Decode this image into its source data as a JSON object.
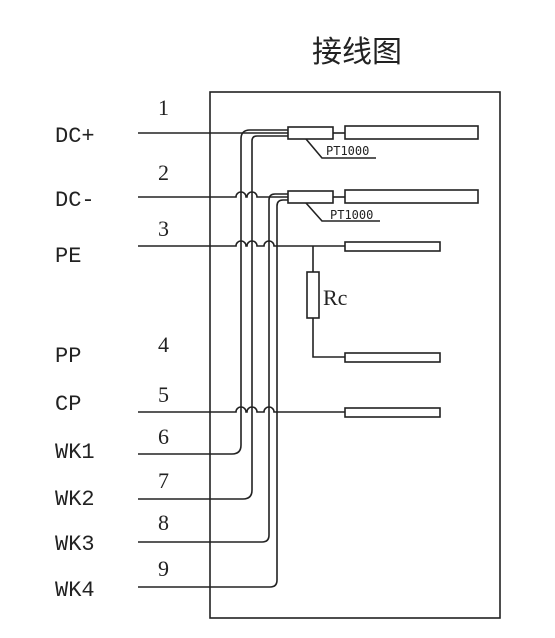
{
  "title": "接线图",
  "pins": [
    {
      "num": "1",
      "label": "DC+"
    },
    {
      "num": "2",
      "label": "DC-"
    },
    {
      "num": "3",
      "label": "PE"
    },
    {
      "num": "4",
      "label": "PP"
    },
    {
      "num": "5",
      "label": "CP"
    },
    {
      "num": "6",
      "label": "WK1"
    },
    {
      "num": "7",
      "label": "WK2"
    },
    {
      "num": "8",
      "label": "WK3"
    },
    {
      "num": "9",
      "label": "WK4"
    }
  ],
  "sensor_labels": [
    "PT1000",
    "PT1000"
  ],
  "resistor_label": "Rc"
}
